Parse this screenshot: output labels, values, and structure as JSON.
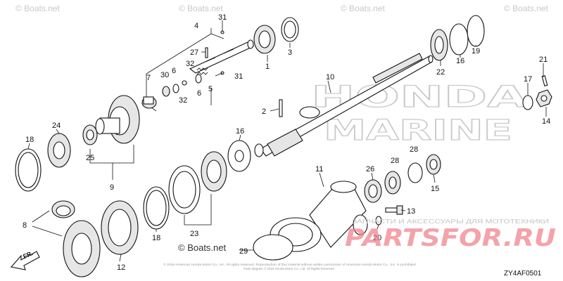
{
  "watermarks": {
    "top": [
      "© Boats.net",
      "© Boats.net",
      "© Boats.net",
      "© Boats.net"
    ],
    "bottom": "© Boats.net"
  },
  "brand": {
    "line1": "HONDA",
    "line2": "MARINE"
  },
  "partsfor": {
    "tagline": "ЗАПЧАСТИ И АКСЕССУАРЫ ДЛЯ МОТОТЕХНИКИ",
    "logo": "PARTSFOR.RU",
    "color": "#e84a57"
  },
  "copyright_lines": [
    "© 2018 American Honda Motor Co., Inc. All rights reserved. Reproduction of this material without written permission of American Honda Motor Co., Inc. is prohibited.",
    "Parts diagram © 2018 Honda Motor Co., Ltd. All Rights Reserved."
  ],
  "diagram_code": "ZY4AF0501",
  "direction_label": "FR.",
  "callouts": [
    "31",
    "4",
    "27",
    "1",
    "3",
    "19",
    "7",
    "30",
    "6",
    "32",
    "5",
    "32",
    "6",
    "31",
    "10",
    "22",
    "16",
    "21",
    "17",
    "14",
    "2",
    "24",
    "18",
    "25",
    "9",
    "16",
    "8",
    "11",
    "26",
    "28",
    "28",
    "15",
    "13",
    "20",
    "12",
    "18",
    "23",
    "29"
  ]
}
